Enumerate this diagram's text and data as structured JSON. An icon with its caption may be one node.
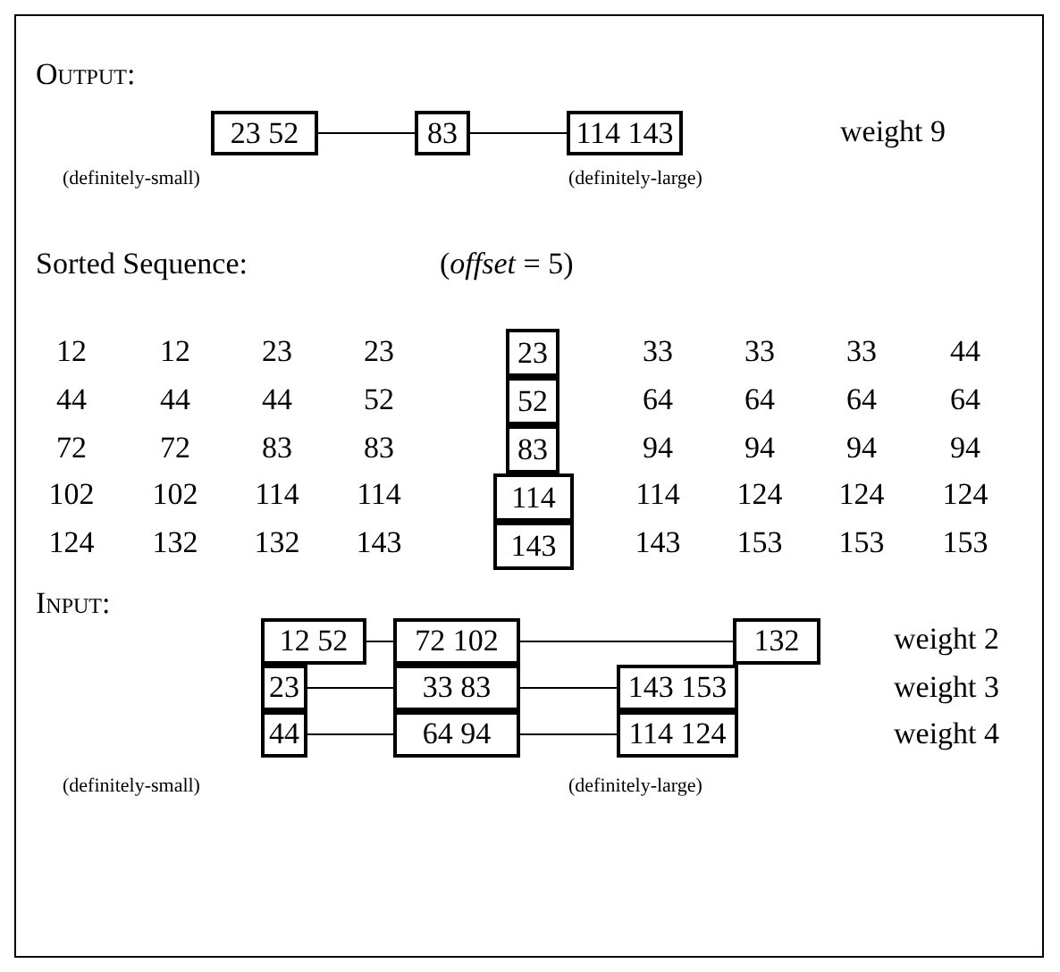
{
  "diagram": {
    "nodes": [
      {
        "text": [
          "23 52"
        ]
      },
      {
        "text": [
          "83"
        ]
      },
      {
        "text": [
          "114 143"
        ]
      },
      {
        "text": [
          "23"
        ]
      },
      {
        "text": [
          "52"
        ]
      },
      {
        "text": [
          "83"
        ]
      },
      {
        "text": [
          "114"
        ]
      },
      {
        "text": [
          "143"
        ]
      },
      {
        "text": [
          "12 52"
        ]
      },
      {
        "text": [
          "72 102"
        ]
      },
      {
        "text": [
          "132"
        ]
      },
      {
        "text": [
          "23"
        ]
      },
      {
        "text": [
          "33 83"
        ]
      },
      {
        "text": [
          "143 153"
        ]
      },
      {
        "text": [
          "44"
        ]
      },
      {
        "text": [
          "64 94"
        ]
      },
      {
        "text": [
          "114 124"
        ]
      }
    ],
    "edges": [
      {
        "from": 0,
        "to": 1,
        "arrow": "none"
      },
      {
        "from": 1,
        "to": 2,
        "arrow": "none"
      },
      {
        "from": 8,
        "to": 9,
        "arrow": "none"
      },
      {
        "from": 9,
        "to": 10,
        "arrow": "none"
      },
      {
        "from": 11,
        "to": 12,
        "arrow": "none"
      },
      {
        "from": 12,
        "to": 13,
        "arrow": "none"
      },
      {
        "from": 14,
        "to": 15,
        "arrow": "none"
      },
      {
        "from": 15,
        "to": 16,
        "arrow": "none"
      }
    ],
    "labels": [
      "Output:",
      "weight 9",
      "(definitely-small)",
      "(definitely-large)",
      "Sorted Sequence:",
      "(*offset* = 5)",
      "12",
      "12",
      "23",
      "23",
      "33",
      "33",
      "33",
      "44",
      "44",
      "44",
      "44",
      "52",
      "64",
      "64",
      "64",
      "64",
      "72",
      "72",
      "83",
      "83",
      "94",
      "94",
      "94",
      "94",
      "102",
      "102",
      "114",
      "114",
      "114",
      "124",
      "124",
      "124",
      "124",
      "132",
      "132",
      "143",
      "143",
      "153",
      "153",
      "153",
      "Input:",
      "weight 2",
      "weight 3",
      "weight 4",
      "(definitely-small)",
      "(definitely-large)"
    ]
  }
}
